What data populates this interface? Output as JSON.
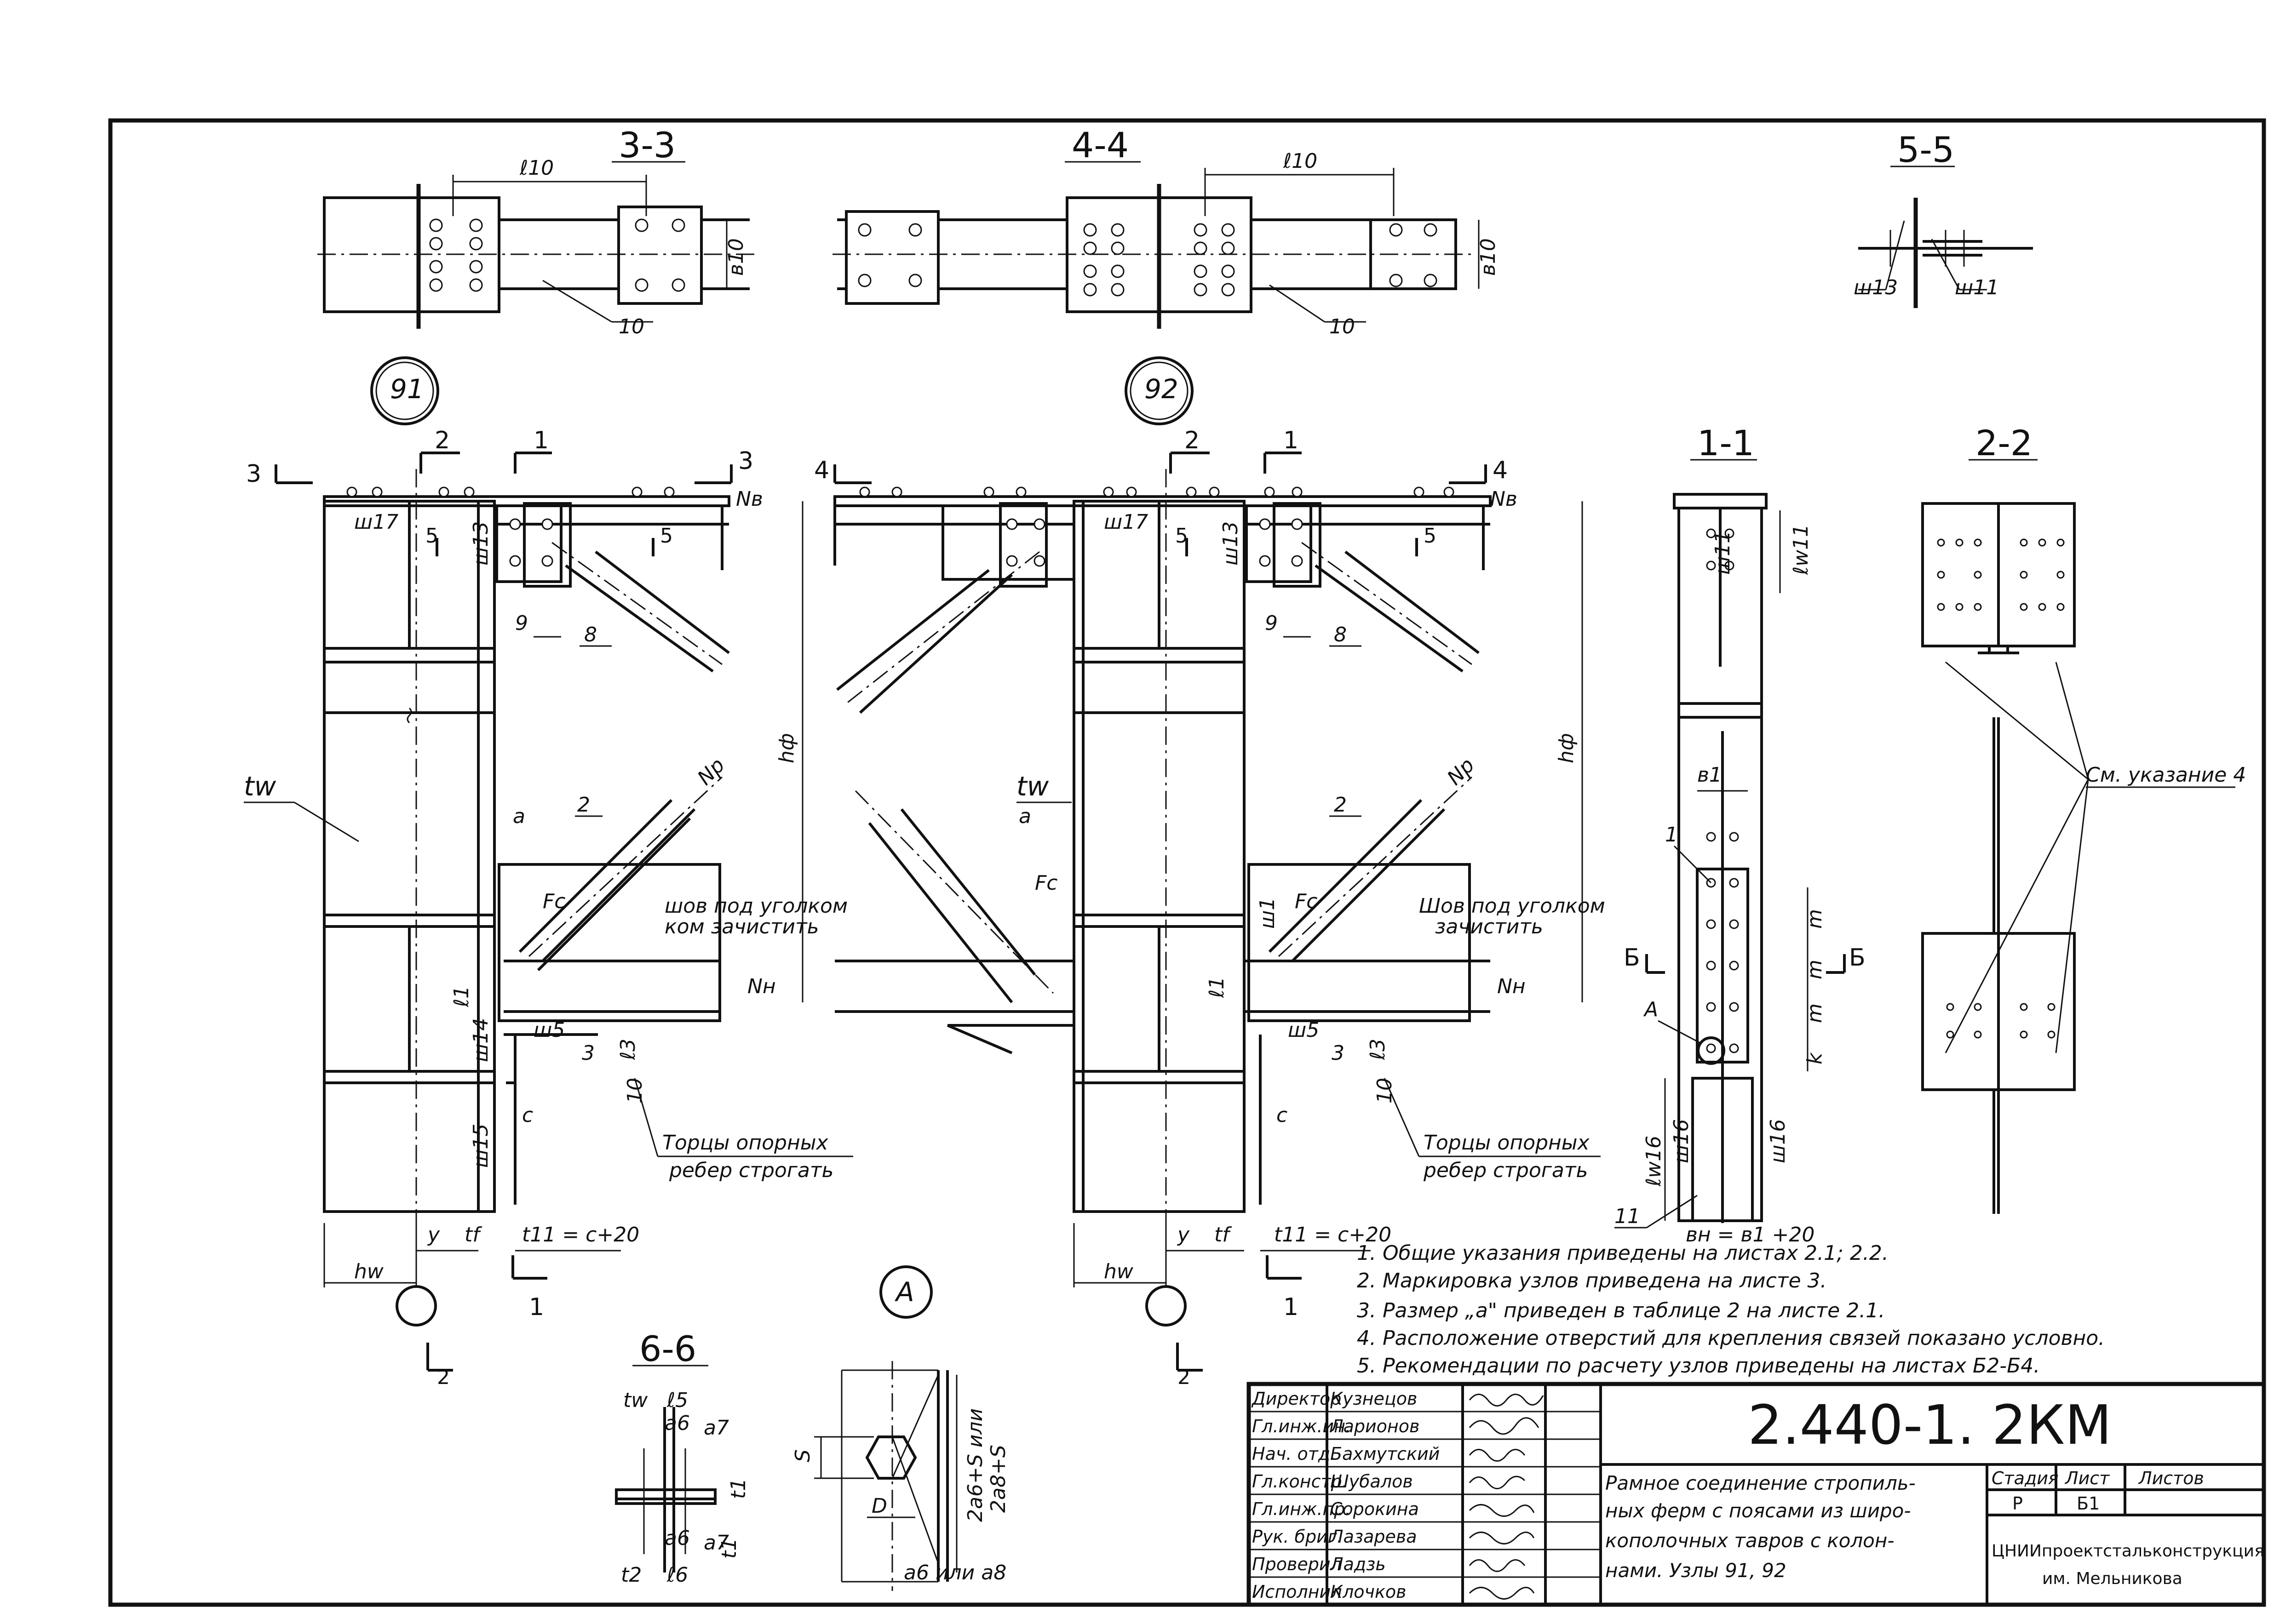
{
  "sections": {
    "s33": "3-3",
    "s44": "4-4",
    "s55": "5-5",
    "s11": "1-1",
    "s22": "2-2",
    "s66": "6-6"
  },
  "nodes": {
    "n91": "91",
    "n92": "92",
    "nA": "A"
  },
  "section_marks": {
    "m3": "3",
    "m4": "4",
    "m2": "2",
    "m1": "1",
    "m5": "5",
    "m6": "Б"
  },
  "labels": {
    "l10": "ℓ10",
    "b10": "в10",
    "pos10": "10",
    "w13": "ш13",
    "w11": "ш11",
    "w17": "ш17",
    "w14": "ш14",
    "w15": "ш15",
    "w5": "ш5",
    "w16": "ш16",
    "w1": "ш1",
    "Nv": "Nв",
    "Nn": "Nн",
    "Np": "Nр",
    "hf": "hф",
    "tw": "tw",
    "a": "а",
    "Fc": "Fc",
    "pos2": "2",
    "pos3": "3",
    "pos8": "8",
    "pos9": "9",
    "pos1": "1",
    "pos11": "11",
    "l1": "ℓ1",
    "l3": "ℓ3",
    "c": "c",
    "hw": "hw",
    "y": "y",
    "tf": "tf",
    "t11": "t11 = c+20",
    "lw11": "ℓw11",
    "lw16": "ℓw16",
    "b1": "в1",
    "bn": "вн = в1 +20",
    "m": "m",
    "k": "k",
    "A": "А",
    "weld_note_91": "шов под уголком зачистить",
    "weld_91_l1": "шов под уголком",
    "weld_91_l2": "ком зачистить",
    "weld_92_l1": "Шов под уголком",
    "weld_92_l2": "зачистить",
    "ends_l1": "Торцы опорных",
    "ends_l2": "ребер строгать",
    "see_note": "См. указание 4",
    "t66_tw": "tw",
    "t66_l5": "ℓ5",
    "t66_a6": "а6",
    "t66_a7": "а7",
    "t66_t1": "t1",
    "t66_t2": "t2",
    "t66_l6": "ℓ6",
    "A_S": "S",
    "A_D": "D",
    "A_dim1": "2а6+S или",
    "A_dim2": "2а8+S",
    "A_bot": "а6 или а8"
  },
  "notes": [
    "1.  Общие указания приведены на листах 2.1; 2.2.",
    "2.  Маркировка узлов приведена на листе 3.",
    "3.  Размер „а\" приведен в таблице 2 на листе 2.1.",
    "4.  Расположение отверстий для крепления связей показано условно.",
    "5.  Рекомендации по расчету узлов приведены на листах Б2-Б4."
  ],
  "title_block": {
    "doc_code": "2.440-1. 2КМ",
    "title_lines": [
      "Рамное соединение стропиль-",
      "ных ферм с поясами из широ-",
      "кополочных тавров с колон-",
      "нами. Узлы 91, 92"
    ],
    "stage_header": "Стадия",
    "sheet_header": "Лист",
    "sheets_header": "Листов",
    "stage": "Р",
    "sheet": "Б1",
    "sheets": "",
    "org_line1": "ЦНИИпроектстальконструкция",
    "org_line2": "им. Мельникова",
    "staff": [
      {
        "role": "Директор",
        "name": "Кузнецов"
      },
      {
        "role": "Гл.инж.ин.",
        "name": "Ларионов"
      },
      {
        "role": "Нач. отд.",
        "name": "Бахмутский"
      },
      {
        "role": "Гл.констр.",
        "name": "Шубалов"
      },
      {
        "role": "Гл.инж.пр.",
        "name": "Сорокина"
      },
      {
        "role": "Рук. бриг.",
        "name": "Лазарева"
      },
      {
        "role": "Проверил",
        "name": "Ладзь"
      },
      {
        "role": "Исполнил",
        "name": "Клочков"
      }
    ]
  }
}
